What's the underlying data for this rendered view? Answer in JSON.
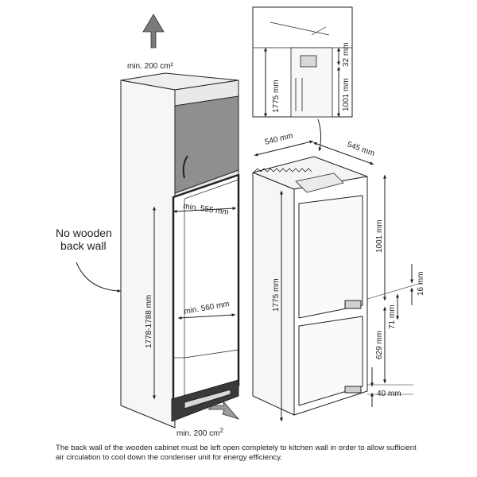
{
  "labels": {
    "top_vent": "min. 200 cm²",
    "bottom_vent_prefix": "min. 200 cm",
    "bottom_vent_sup": "2",
    "no_wooden_line1": "No wooden",
    "no_wooden_line2": "back wall",
    "niche_width_top": "min. 555 mm",
    "niche_width_mid": "min. 560 mm",
    "niche_height": "1778-1788 mm",
    "fridge_width": "540 mm",
    "fridge_depth": "545 mm",
    "fridge_height": "1775 mm",
    "upper_section": "1001 mm",
    "lower_section": "629 mm",
    "hinge_gap": "71 mm",
    "small_gap": "16 mm",
    "bottom_gap": "40 mm",
    "inset_height": "1775 mm",
    "inset_upper": "1001 mm",
    "inset_top": "32 mm"
  },
  "caption": {
    "line1": "The back wall of the wooden cabinet must be left open completely to kitchen wall in order to allow sufficient",
    "line2": "air circulation to cool down the condenser unit for energy efficiency."
  },
  "colors": {
    "line": "#222222",
    "cabinet_fill": "#f4f4f4",
    "cabinet_side": "#e6e6e6",
    "door_fill": "#8e8e8e",
    "plinth": "#3a3a3a",
    "arrow_fill": "#7a7a7a"
  }
}
